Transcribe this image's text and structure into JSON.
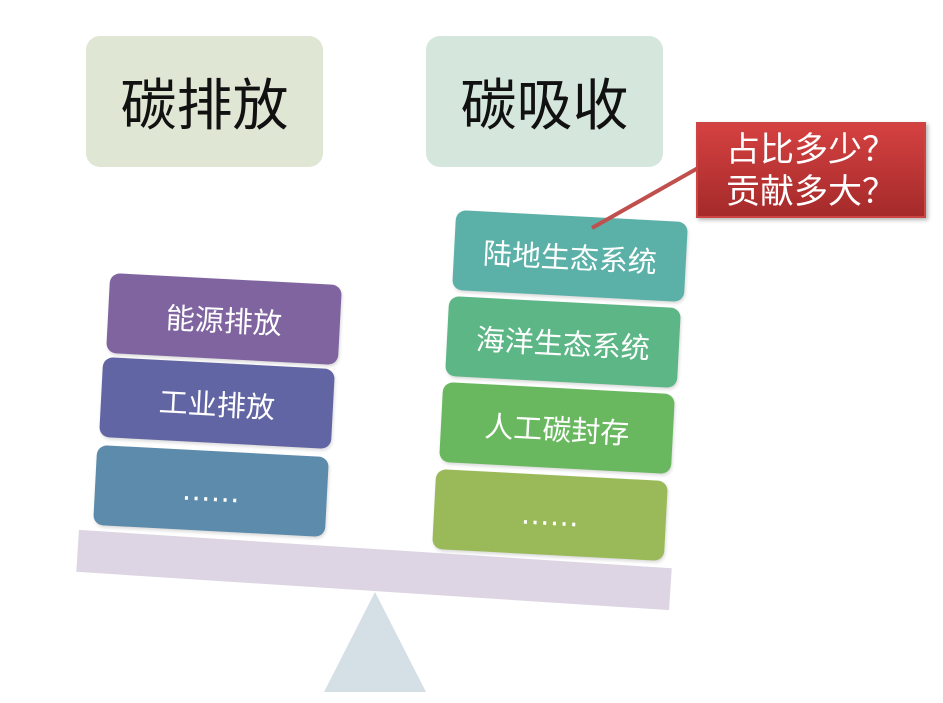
{
  "emission": {
    "title": "碳排放",
    "items": [
      "能源排放",
      "工业排放",
      "……"
    ]
  },
  "absorption": {
    "title": "碳吸收",
    "items": [
      "陆地生态系统",
      "海洋生态系统",
      "人工碳封存",
      "……"
    ]
  },
  "callout": {
    "line1": "占比多少？",
    "line2": "贡献多大？"
  },
  "colors": {
    "emission": [
      "#7f64a0",
      "#6265a3",
      "#5d8bab"
    ],
    "absorption": [
      "#5bb1a8",
      "#5cb685",
      "#69b85f",
      "#9aba5a"
    ],
    "callout": "#c43a3a"
  }
}
